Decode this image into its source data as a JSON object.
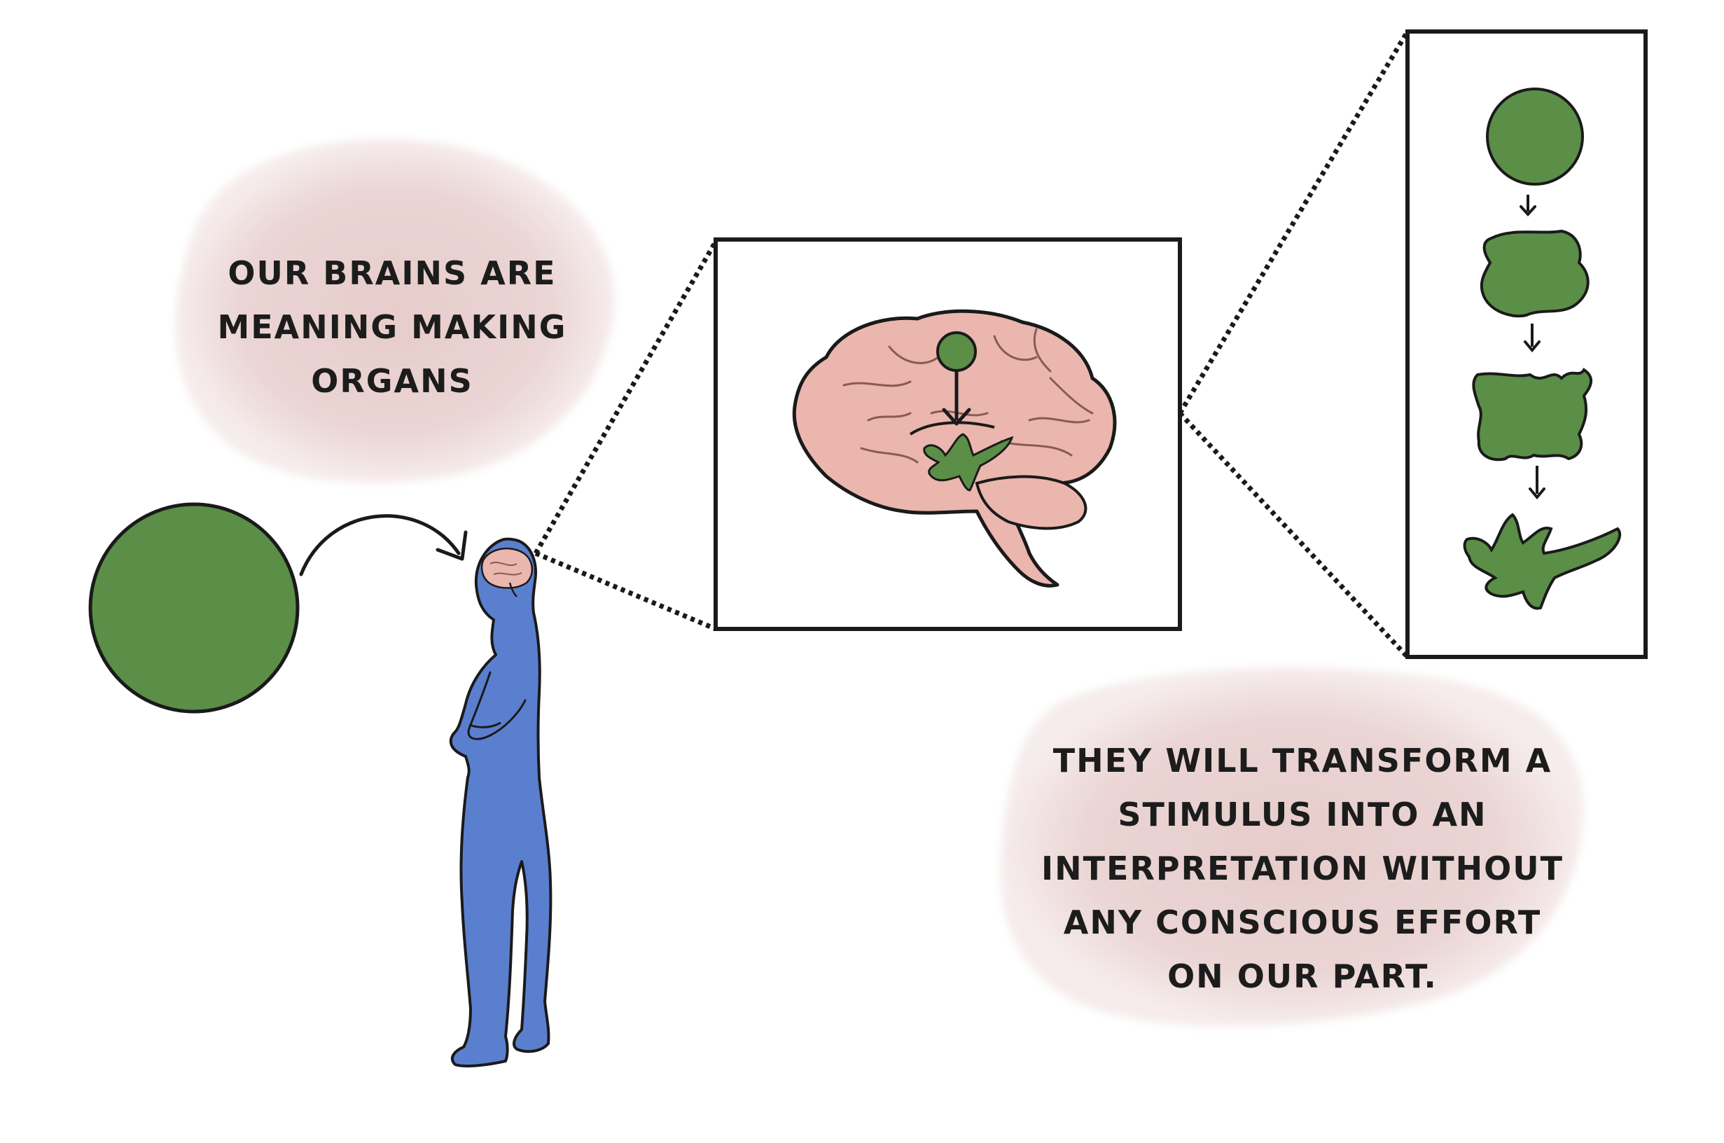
{
  "top_caption": {
    "lines": [
      "OUR BRAINS ARE",
      "MEANING MAKING",
      "ORGANS"
    ]
  },
  "bottom_caption": {
    "lines": [
      "THEY WILL TRANSFORM A",
      "STIMULUS INTO AN",
      "INTERPRETATION WITHOUT",
      "ANY CONSCIOUS EFFORT",
      "ON OUR PART."
    ]
  },
  "colors": {
    "stimulus_green": "#5b8e47",
    "person_blue": "#5b7fcf",
    "brain_pink": "#eab6ae",
    "cloud_pink": "#e8d2d0",
    "outline": "#1a1a1a"
  },
  "icons": {
    "stimulus": "green-circle",
    "person": "standing-person",
    "brain": "brain-side-view",
    "arrow": "curved-arrow"
  },
  "transformation_stages": [
    "circle",
    "rounded-blob",
    "jagged-blob",
    "irregular-shape"
  ]
}
